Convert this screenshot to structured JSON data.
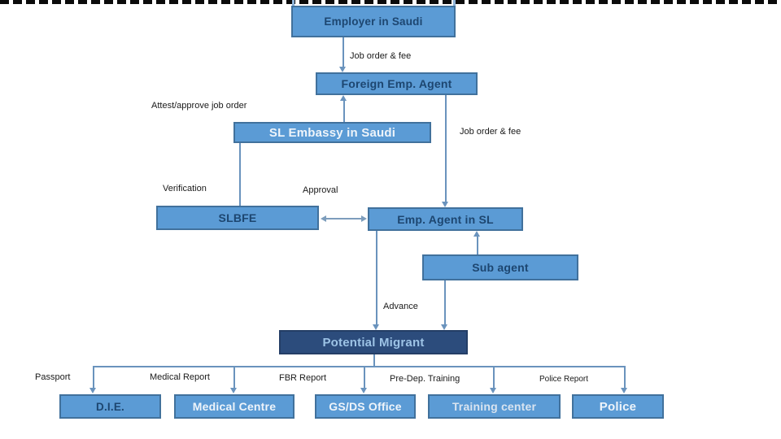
{
  "boxes": [
    {
      "id": "employer-in-saudi",
      "label": "Employer in Saudi"
    },
    {
      "id": "foreign-emp-agent",
      "label": "Foreign Emp. Agent"
    },
    {
      "id": "sl-embassy-saudi",
      "label": "SL Embassy in Saudi"
    },
    {
      "id": "slbfe",
      "label": "SLBFE"
    },
    {
      "id": "emp-agent-in-sl",
      "label": "Emp. Agent in SL"
    },
    {
      "id": "sub-agent",
      "label": "Sub agent"
    },
    {
      "id": "potential-migrant",
      "label": "Potential Migrant"
    },
    {
      "id": "die",
      "label": "D.I.E."
    },
    {
      "id": "medical-centre",
      "label": "Medical Centre"
    },
    {
      "id": "gsds-office",
      "label": "GS/DS Office"
    },
    {
      "id": "training-center",
      "label": "Training center"
    },
    {
      "id": "police",
      "label": "Police"
    }
  ],
  "flow_labels": [
    {
      "id": "job-order-fee-top",
      "text": "Job order & fee"
    },
    {
      "id": "attest-approve",
      "text": "Attest/approve job order"
    },
    {
      "id": "job-order-fee-right",
      "text": "Job order & fee"
    },
    {
      "id": "verification",
      "text": "Verification"
    },
    {
      "id": "approval",
      "text": "Approval"
    },
    {
      "id": "advance",
      "text": "Advance"
    },
    {
      "id": "passport",
      "text": "Passport"
    },
    {
      "id": "medical-report",
      "text": "Medical Report"
    },
    {
      "id": "fbr-report",
      "text": "FBR Report"
    },
    {
      "id": "pre-dep-training",
      "text": "Pre-Dep. Training"
    },
    {
      "id": "police-report",
      "text": "Police Report"
    }
  ],
  "colors": {
    "box_fill": "#5b9bd5",
    "box_border": "#41719c",
    "dark_box_fill": "#2c4c7c",
    "dark_box_border": "#243e66",
    "navy_text": "#1d4670",
    "white_text": "#eef4fa",
    "pale_text_on_dark": "#9dc3e6",
    "connector": "#6a93bd",
    "divider": "#0b0b0b",
    "background": "#ffffff"
  }
}
